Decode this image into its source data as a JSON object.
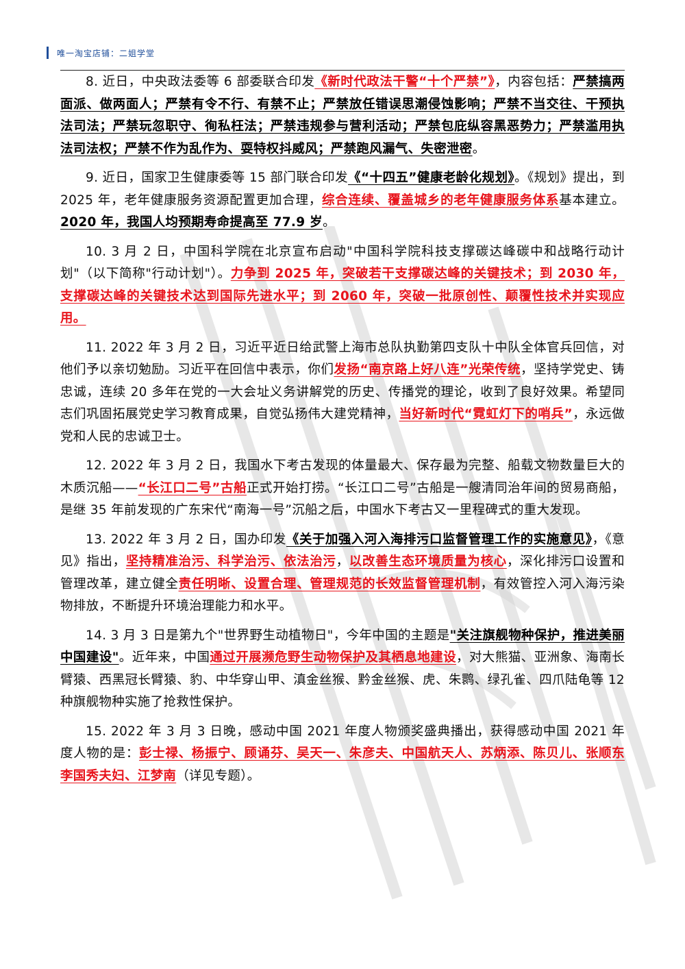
{
  "header": {
    "text": "唯一淘宝店铺：二姐学堂"
  },
  "paragraphs": [
    {
      "segments": [
        {
          "t": "8. 近日，中央政法委等 6 部委联合印发",
          "s": "plain"
        },
        {
          "t": "《新时代政法干警“十个严禁”》",
          "s": "r"
        },
        {
          "t": "，内容包括：",
          "s": "plain"
        },
        {
          "t": "严禁搞两面派、做两面人；严禁有令不行、有禁不止；严禁放任错误思潮侵蚀影响；严禁不当交往、干预执法司法；严禁玩忽职守、徇私枉法；严禁违规参与营利活动；严禁包庇纵容黑恶势力；严禁滥用执法司法权；严禁不作为乱作为、耍特权抖威风；严禁跑风漏气、失密泄密",
          "s": "b"
        },
        {
          "t": "。",
          "s": "plain"
        }
      ]
    },
    {
      "segments": [
        {
          "t": "9. 近日，国家卫生健康委等 15 部门联合印发",
          "s": "plain"
        },
        {
          "t": "《“十四五”健康老龄化规划》",
          "s": "b"
        },
        {
          "t": "。《规划》提出，到 2025 年，老年健康服务资源配置更加合理，",
          "s": "plain"
        },
        {
          "t": "综合连续、覆盖城乡的老年健康服务体系",
          "s": "r"
        },
        {
          "t": "基本建立。",
          "s": "plain"
        },
        {
          "t": "2020 年，我国人均预期寿命提高至 77.9 岁",
          "s": "b"
        },
        {
          "t": "。",
          "s": "plain"
        }
      ]
    },
    {
      "segments": [
        {
          "t": "10. 3 月 2 日，中国科学院在北京宣布启动\"中国科学院科技支撑碳达峰碳中和战略行动计划\"（以下简称\"行动计划\"）。",
          "s": "plain"
        },
        {
          "t": "力争到 2025 年，突破若干支撑碳达峰的关键技术；到 2030 年，支撑碳达峰的关键技术达到国际先进水平；到 2060 年，突破一批原创性、颠覆性技术并实现应用。",
          "s": "r"
        }
      ]
    },
    {
      "segments": [
        {
          "t": "11. 2022 年 3 月 2 日，习近平近日给武警上海市总队执勤第四支队十中队全体官兵回信，对他们予以亲切勉励。习近平在回信中表示，你们",
          "s": "plain"
        },
        {
          "t": "发扬“南京路上好八连”光荣传统",
          "s": "r"
        },
        {
          "t": "，坚持学党史、铸忠诚，连续 20 多年在党的一大会址义务讲解党的历史、传播党的理论，收到了良好效果。希望同志们巩固拓展党史学习教育成果，自觉弘扬伟大建党精神，",
          "s": "plain"
        },
        {
          "t": "当好新时代“霓虹灯下的哨兵”",
          "s": "r"
        },
        {
          "t": "，永远做党和人民的忠诚卫士。",
          "s": "plain"
        }
      ]
    },
    {
      "segments": [
        {
          "t": "12. 2022 年 3 月 2 日，我国水下考古发现的体量最大、保存最为完整、船载文物数量巨大的木质沉船——",
          "s": "plain"
        },
        {
          "t": "“长江口二号”古船",
          "s": "r"
        },
        {
          "t": "正式开始打捞。“长江口二号”古船是一艘清同治年间的贸易商船，是继 35 年前发现的广东宋代“南海一号”沉船之后，中国水下考古又一里程碑式的重大发现。",
          "s": "plain"
        }
      ]
    },
    {
      "segments": [
        {
          "t": "13. 2022 年 3 月 2 日，国办印发",
          "s": "plain"
        },
        {
          "t": "《关于加强入河入海排污口监督管理工作的实施意见》",
          "s": "b"
        },
        {
          "t": "，《意见》指出，",
          "s": "plain"
        },
        {
          "t": "坚持精准治污、科学治污、依法治污",
          "s": "r"
        },
        {
          "t": "，",
          "s": "plain"
        },
        {
          "t": "以改善生态环境质量为核心",
          "s": "r"
        },
        {
          "t": "，深化排污口设置和管理改革，建立健全",
          "s": "plain"
        },
        {
          "t": "责任明晰、设置合理、管理规范的长效监督管理机制",
          "s": "r"
        },
        {
          "t": "，有效管控入河入海污染物排放，不断提升环境治理能力和水平。",
          "s": "plain"
        }
      ]
    },
    {
      "segments": [
        {
          "t": "14. 3 月 3 日是第九个\"世界野生动植物日\"，今年中国的主题是",
          "s": "plain"
        },
        {
          "t": "\"关注旗舰物种保护，推进美丽中国建设\"",
          "s": "b"
        },
        {
          "t": "。近年来，中国",
          "s": "plain"
        },
        {
          "t": "通过开展濒危野生动物保护及其栖息地建设",
          "s": "r"
        },
        {
          "t": "，对大熊猫、亚洲象、海南长臂猿、西黑冠长臂猿、豹、中华穿山甲、滇金丝猴、黔金丝猴、虎、朱鹮、绿孔雀、四爪陆龟等 12 种旗舰物种实施了抢救性保护。",
          "s": "plain"
        }
      ]
    },
    {
      "segments": [
        {
          "t": "15. 2022 年 3 月 3 日晚，感动中国 2021 年度人物颁奖盛典播出，获得感动中国 2021 年度人物的是：",
          "s": "plain"
        },
        {
          "t": "彭士禄、杨振宁、顾诵芬、吴天一、朱彦夫、中国航天人、苏炳添、陈贝儿、张顺东李国秀夫妇、江梦南",
          "s": "r"
        },
        {
          "t": "（详见专题）。",
          "s": "plain"
        }
      ]
    }
  ],
  "watermark": {
    "icon": "diagonal-stripes-watermark",
    "color": "#cfcfcf"
  }
}
